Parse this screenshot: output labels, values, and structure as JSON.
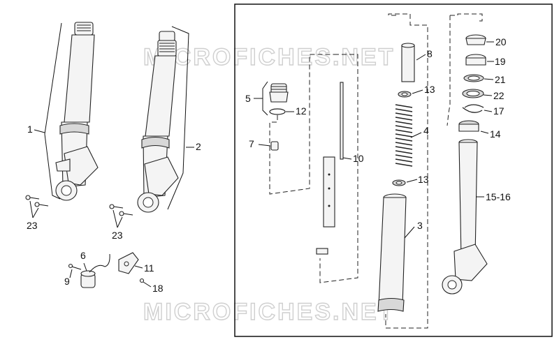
{
  "watermark": "MICROFICHES.NET",
  "labels": {
    "p1": "1",
    "p2": "2",
    "p3": "3",
    "p4": "4",
    "p5": "5",
    "p6": "6",
    "p7": "7",
    "p8": "8",
    "p9": "9",
    "p10": "10",
    "p11": "11",
    "p12": "12",
    "p13a": "13",
    "p13b": "13",
    "p14": "14",
    "p15_16": "15-16",
    "p17": "17",
    "p18": "18",
    "p19": "19",
    "p20": "20",
    "p21": "21",
    "p22": "22",
    "p23a": "23",
    "p23b": "23"
  }
}
